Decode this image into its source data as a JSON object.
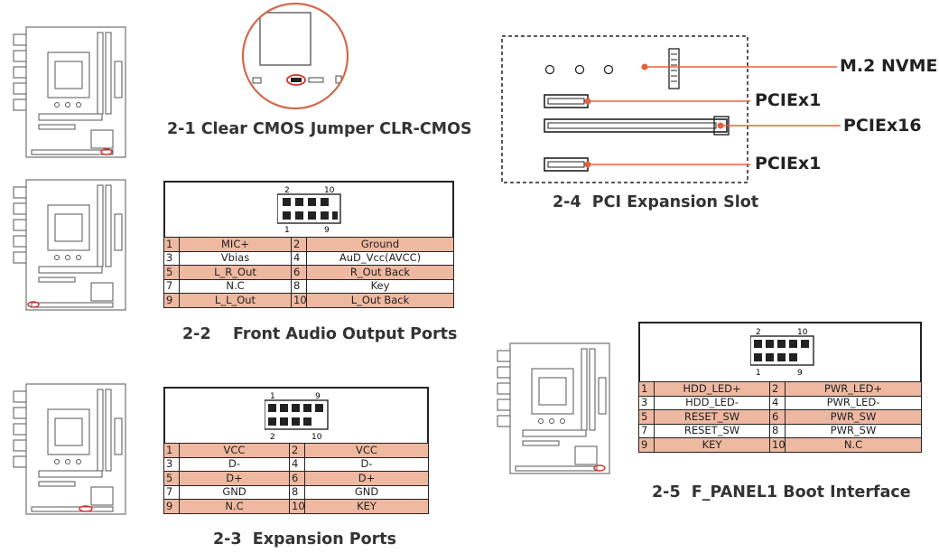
{
  "captions": {
    "cmos": "2-1 Clear CMOS Jumper CLR-CMOS",
    "audio": "2-2    Front Audio Output Ports",
    "expansion": "2-3  Expansion Ports",
    "pci": "2-4  PCI Expansion Slot",
    "fpanel": "2-5  F_PANEL1 Boot Interface"
  },
  "audio_header": {
    "top_left": "2",
    "top_right": "10",
    "bottom_left": "1",
    "bottom_right": "9"
  },
  "audio_pins": [
    [
      "1",
      "MIC+",
      "2",
      "Ground"
    ],
    [
      "3",
      "Vbias",
      "4",
      "AuD_Vcc(AVCC)"
    ],
    [
      "5",
      "L_R_Out",
      "6",
      "R_Out Back"
    ],
    [
      "7",
      "N.C",
      "8",
      "Key"
    ],
    [
      "9",
      "L_L_Out",
      "10",
      "L_Out Back"
    ]
  ],
  "expansion_header": {
    "top_left": "1",
    "top_right": "9",
    "bottom_left": "2",
    "bottom_right": "10"
  },
  "expansion_pins": [
    [
      "1",
      "VCC",
      "2",
      "VCC"
    ],
    [
      "3",
      "D-",
      "4",
      "D-"
    ],
    [
      "5",
      "D+",
      "6",
      "D+"
    ],
    [
      "7",
      "GND",
      "8",
      "GND"
    ],
    [
      "9",
      "N.C",
      "10",
      "KEY"
    ]
  ],
  "fpanel_header": {
    "top_left": "2",
    "top_right": "10",
    "bottom_left": "1",
    "bottom_right": "9"
  },
  "fpanel_pins": [
    [
      "1",
      "HDD_LED+",
      "2",
      "PWR_LED+"
    ],
    [
      "3",
      "HDD_LED-",
      "4",
      "PWR_LED-"
    ],
    [
      "5",
      "RESET_SW",
      "6",
      "PWR_SW"
    ],
    [
      "7",
      "RESET_SW",
      "8",
      "PWR_SW"
    ],
    [
      "9",
      "KEY",
      "10",
      "N.C"
    ]
  ],
  "pci_labels": {
    "m2": "M.2 NVME",
    "pcie1_top": "PCIEx1",
    "pcie16": "PCIEx16",
    "pcie1_bottom": "PCIEx1"
  },
  "colors": {
    "pin_fill": "#efb8a0",
    "callout_line": "#e8603c",
    "marker_red": "#d0302a",
    "ink": "#222222"
  }
}
